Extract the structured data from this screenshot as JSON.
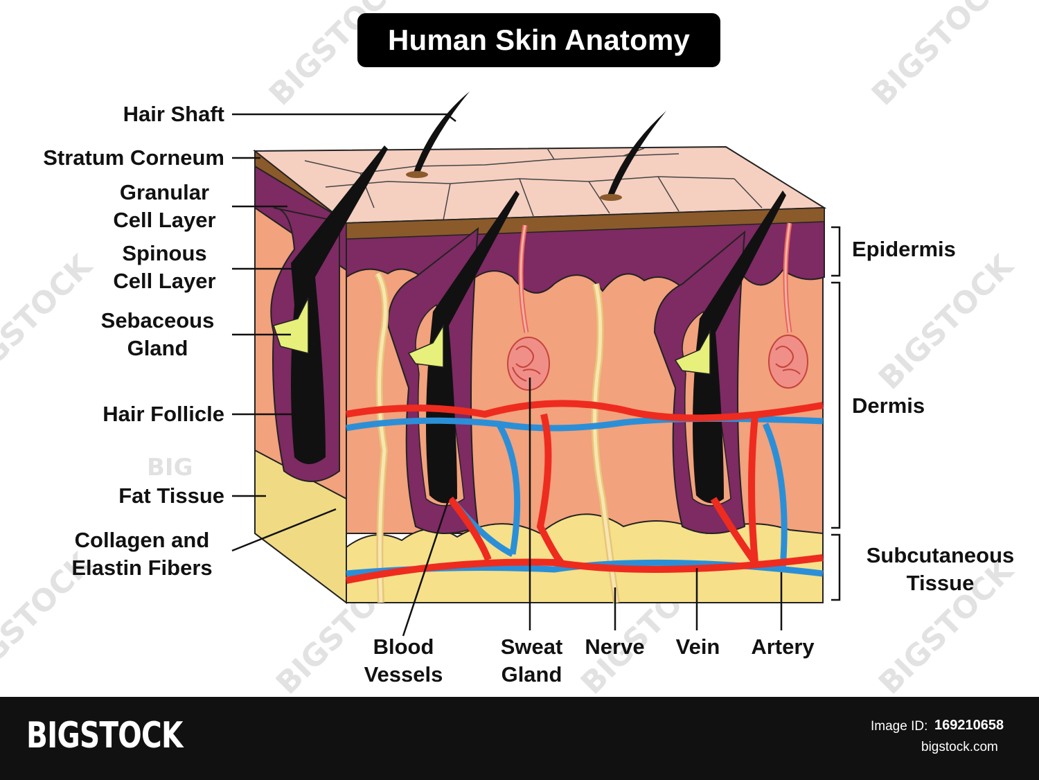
{
  "title": "Human Skin Anatomy",
  "labels_left": {
    "hair_shaft": "Hair Shaft",
    "stratum_corneum": "Stratum Corneum",
    "granular_line1": "Granular",
    "granular_line2": "Cell Layer",
    "spinous_line1": "Spinous",
    "spinous_line2": "Cell Layer",
    "sebaceous_line1": "Sebaceous",
    "sebaceous_line2": "Gland",
    "hair_follicle": "Hair Follicle",
    "fat_tissue": "Fat Tissue",
    "collagen_line1": "Collagen and",
    "collagen_line2": "Elastin Fibers"
  },
  "labels_right": {
    "epidermis": "Epidermis",
    "dermis": "Dermis",
    "subcutaneous_line1": "Subcutaneous",
    "subcutaneous_line2": "Tissue"
  },
  "labels_bottom": {
    "blood_line1": "Blood",
    "blood_line2": "Vessels",
    "sweat_line1": "Sweat",
    "sweat_line2": "Gland",
    "nerve": "Nerve",
    "vein": "Vein",
    "artery": "Artery"
  },
  "watermark": {
    "text": "BIGSTOCK",
    "short": "BIG"
  },
  "footer": {
    "brand": "BIGSTOCK",
    "image_id_label": "Image ID:",
    "image_id": "169210658",
    "site": "bigstock.com"
  },
  "colors": {
    "surface": "#f5cfc0",
    "corneum": "#8b5a2b",
    "spinous": "#7e2a63",
    "dermis": "#f2a27c",
    "fat": "#f6e08a",
    "artery": "#ee2b1f",
    "vein": "#2b8fd8",
    "sebaceous": "#e6f07a",
    "nerve": "#f0d890"
  }
}
